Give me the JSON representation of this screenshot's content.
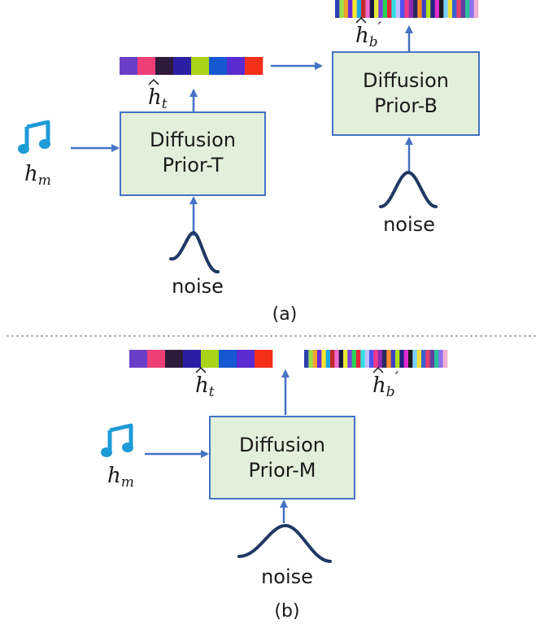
{
  "colors": {
    "box_fill": "#e2efda",
    "box_stroke": "#4472c4",
    "arrow": "#4472c4",
    "curve": "#1f3864",
    "music_note": "#1e9bd7",
    "divider": "#888888"
  },
  "palette_t": [
    "#6a3fc8",
    "#ef3f77",
    "#2e1b3c",
    "#2a1fa3",
    "#a9d418",
    "#1558d0",
    "#5a2bd0",
    "#f42f1a"
  ],
  "palette_b": [
    "#2a3fb0",
    "#9be04a",
    "#f0a030",
    "#6b2bd0",
    "#ffe52e",
    "#1fa8e0",
    "#c02a2a",
    "#f06bd0",
    "#1a1a40",
    "#e9e935",
    "#7a3fe0",
    "#2ad05a",
    "#e8233a",
    "#30e0e0",
    "#c0c0ff",
    "#5050f0",
    "#f23a8a",
    "#8e2bb0",
    "#2a2a60",
    "#ff8a2a",
    "#4040c0",
    "#b0e01a",
    "#202080",
    "#e02ad0",
    "#1a1a1a",
    "#7ad0ff",
    "#f0e040",
    "#3a60d0",
    "#e04070",
    "#6040a0",
    "#2ac0a0",
    "#9070f0",
    "#f0b0d0"
  ],
  "panel_a": {
    "prior_t": {
      "line1": "Diffusion",
      "line2": "Prior-T"
    },
    "prior_b": {
      "line1": "Diffusion",
      "line2": "Prior-B"
    },
    "noise_t": "noise",
    "noise_b": "noise",
    "caption": "(a)"
  },
  "panel_b": {
    "prior_m": {
      "line1": "Diffusion",
      "line2": "Prior-M"
    },
    "noise": "noise",
    "caption": "(b)"
  }
}
